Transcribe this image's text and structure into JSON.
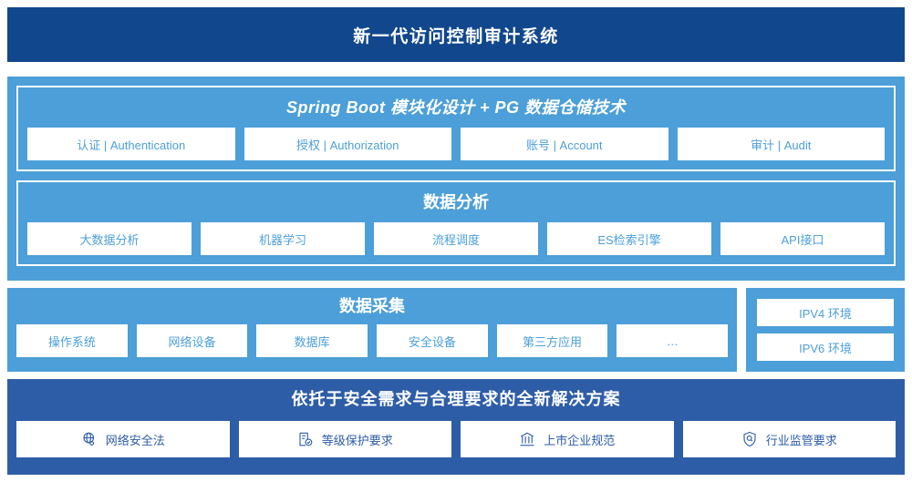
{
  "header": {
    "title": "新一代访问控制审计系统"
  },
  "platform": {
    "tech_panel": {
      "title": "Spring Boot 模块化设计 + PG 数据仓储技术",
      "items": [
        {
          "label": "认证 | Authentication"
        },
        {
          "label": "授权 | Authorization"
        },
        {
          "label": "账号 | Account"
        },
        {
          "label": "审计 | Audit"
        }
      ]
    },
    "analysis_panel": {
      "title": "数据分析",
      "items": [
        {
          "label": "大数据分析"
        },
        {
          "label": "机器学习"
        },
        {
          "label": "流程调度"
        },
        {
          "label": "ES检索引擎"
        },
        {
          "label": "API接口"
        }
      ]
    }
  },
  "collection": {
    "title": "数据采集",
    "items": [
      {
        "label": "操作系统"
      },
      {
        "label": "网络设备"
      },
      {
        "label": "数据库"
      },
      {
        "label": "安全设备"
      },
      {
        "label": "第三方应用"
      },
      {
        "label": "…"
      }
    ]
  },
  "environment": {
    "items": [
      {
        "label": "IPV4 环境"
      },
      {
        "label": "IPV6 环境"
      }
    ]
  },
  "compliance": {
    "title": "依托于安全需求与合理要求的全新解决方案",
    "items": [
      {
        "label": "网络安全法",
        "icon": "globe-icon"
      },
      {
        "label": "等级保护要求",
        "icon": "document-check-icon"
      },
      {
        "label": "上市企业规范",
        "icon": "bank-icon"
      },
      {
        "label": "行业监管要求",
        "icon": "shield-search-icon"
      }
    ]
  },
  "colors": {
    "header_navy": "#11478d",
    "panel_light_blue": "#4c9fd8",
    "panel_mid_blue": "#2e5da8",
    "chip_background": "#ffffff"
  }
}
